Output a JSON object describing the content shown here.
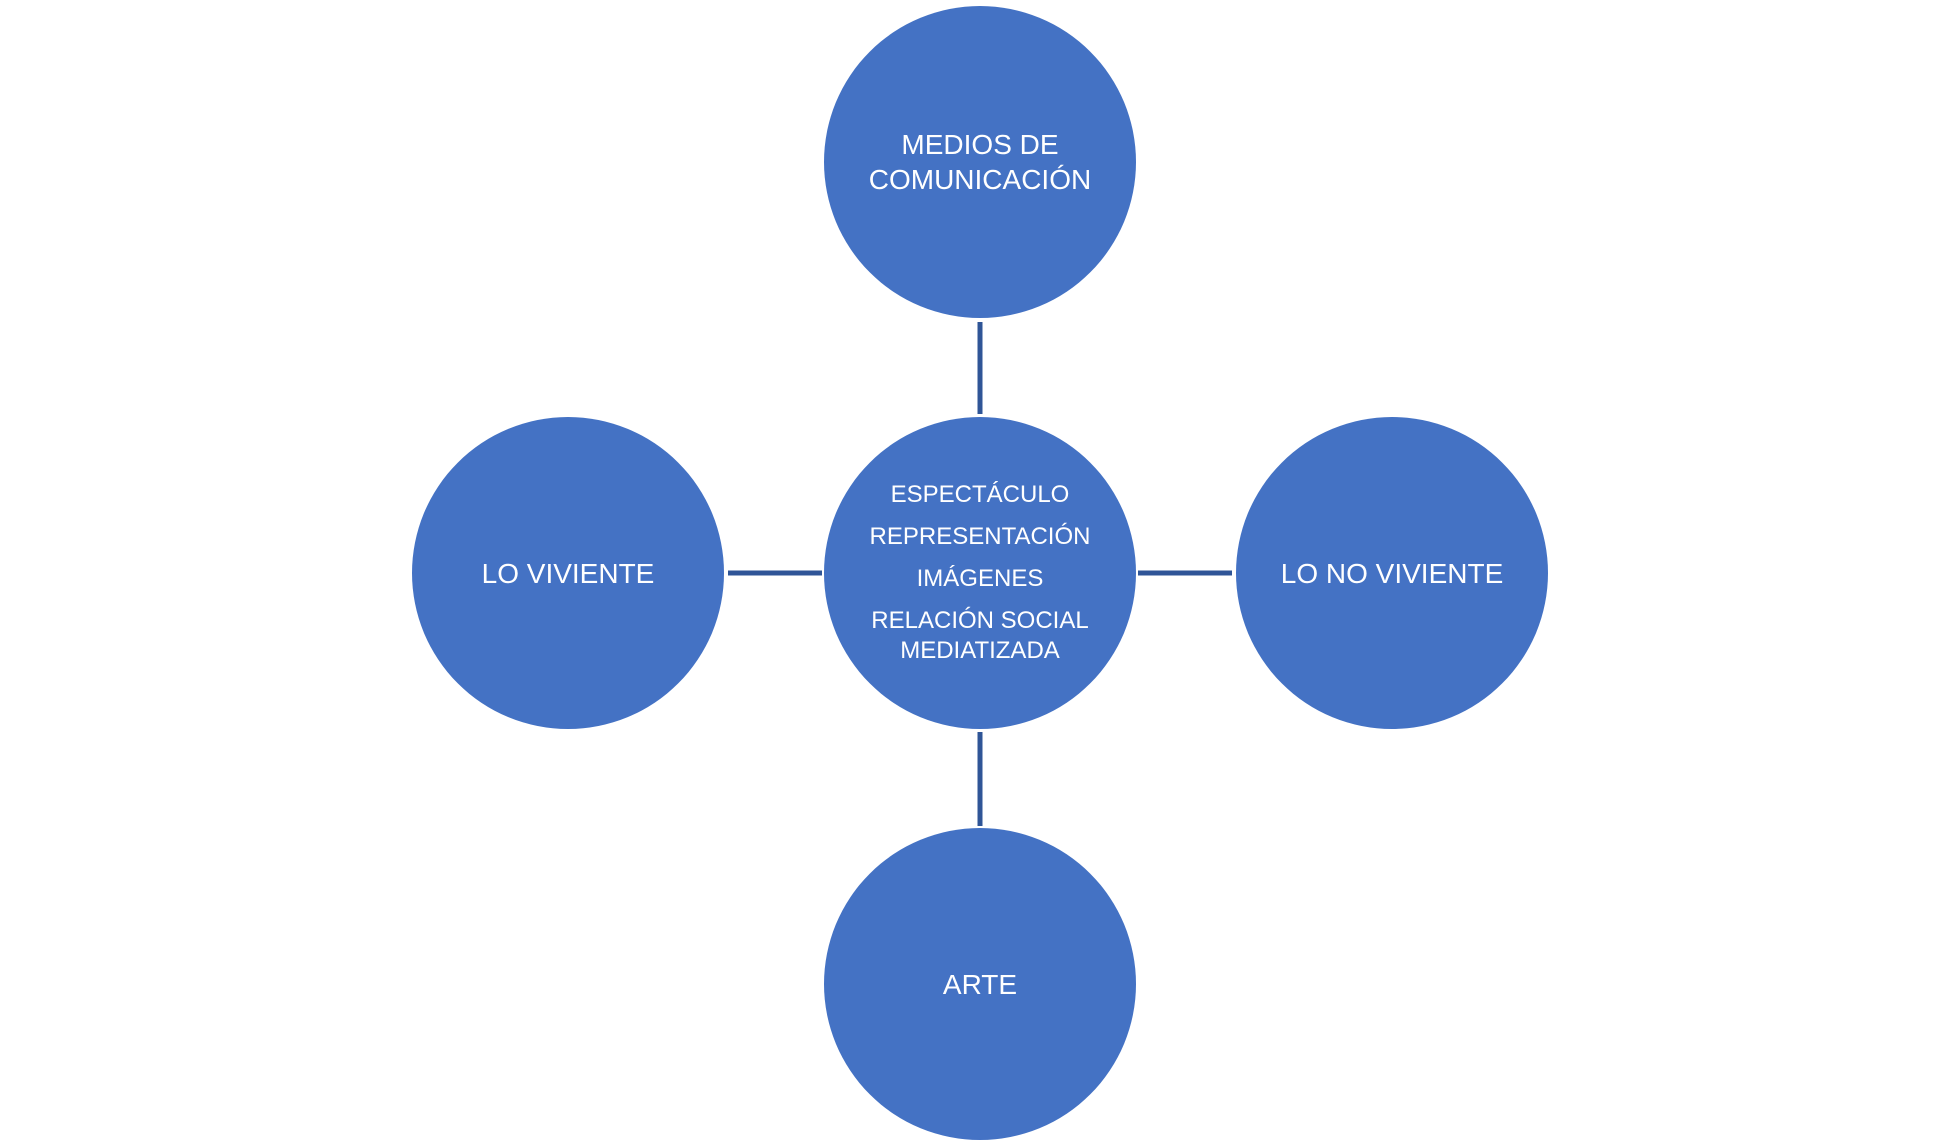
{
  "diagram": {
    "colors": {
      "node_fill": "#4472c4",
      "connector": "#2f5597",
      "text": "#ffffff",
      "background": "#ffffff"
    },
    "center": {
      "lines": [
        "ESPECTÁCULO",
        "REPRESENTACIÓN",
        "IMÁGENES",
        "RELACIÓN SOCIAL",
        "MEDIATIZADA"
      ]
    },
    "top": {
      "line1": "MEDIOS DE",
      "line2": "COMUNICACIÓN"
    },
    "left": {
      "label": "LO VIVIENTE"
    },
    "right": {
      "label": "LO NO VIVIENTE"
    },
    "bottom": {
      "label": "ARTE"
    }
  }
}
